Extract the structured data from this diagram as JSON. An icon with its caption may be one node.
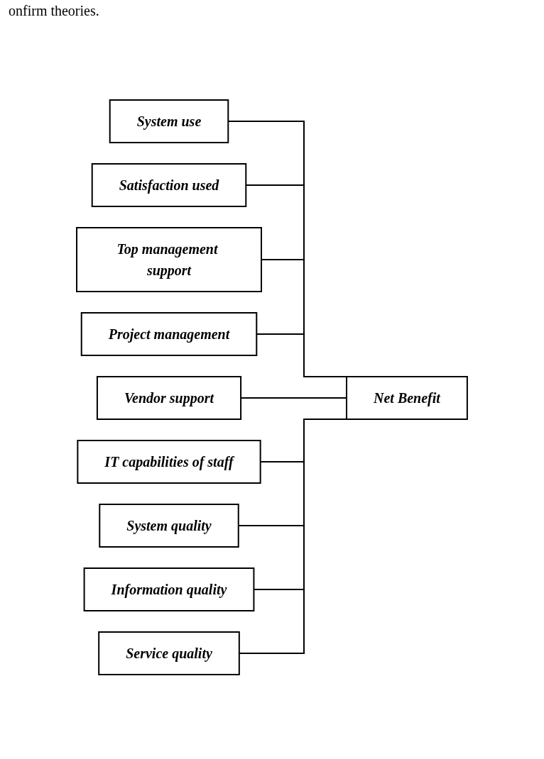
{
  "diagram": {
    "nodes": [
      {
        "text": [
          "System use"
        ]
      },
      {
        "text": [
          "Satisfaction used"
        ]
      },
      {
        "text": [
          "Top management support"
        ]
      },
      {
        "text": [
          "Project management"
        ]
      },
      {
        "text": [
          "Vendor support"
        ]
      },
      {
        "text": [
          "IT capabilities of staff"
        ]
      },
      {
        "text": [
          "System quality"
        ]
      },
      {
        "text": [
          "Information quality"
        ]
      },
      {
        "text": [
          "Service quality"
        ]
      },
      {
        "text": [
          "Net Benefit"
        ]
      }
    ],
    "edges": [
      {
        "from": 0,
        "to": 9,
        "arrow": "none"
      },
      {
        "from": 1,
        "to": 9,
        "arrow": "none"
      },
      {
        "from": 2,
        "to": 9,
        "arrow": "none"
      },
      {
        "from": 3,
        "to": 9,
        "arrow": "none"
      },
      {
        "from": 4,
        "to": 9,
        "arrow": "none"
      },
      {
        "from": 5,
        "to": 9,
        "arrow": "none"
      },
      {
        "from": 6,
        "to": 9,
        "arrow": "none"
      },
      {
        "from": 7,
        "to": 9,
        "arrow": "none"
      },
      {
        "from": 8,
        "to": 9,
        "arrow": "none"
      }
    ],
    "labels": [
      "onfirm theories."
    ]
  }
}
